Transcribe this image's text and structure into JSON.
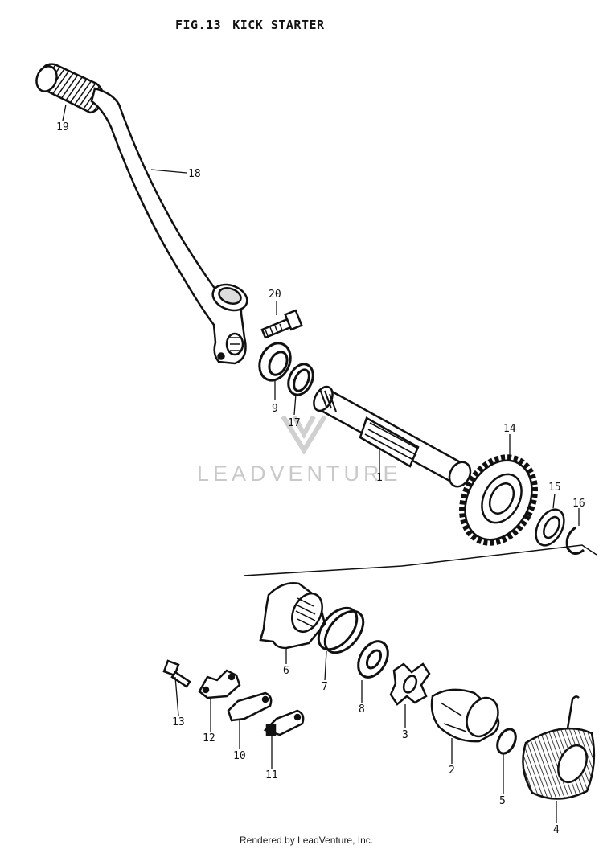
{
  "title": {
    "figure": "FIG.13",
    "name": "KICK STARTER"
  },
  "watermark": "LEADVENTURE",
  "footer": "Rendered by LeadVenture, Inc.",
  "callouts": [
    {
      "id": "c1",
      "label": "1"
    },
    {
      "id": "c2",
      "label": "2"
    },
    {
      "id": "c3",
      "label": "3"
    },
    {
      "id": "c4",
      "label": "4"
    },
    {
      "id": "c5",
      "label": "5"
    },
    {
      "id": "c6",
      "label": "6"
    },
    {
      "id": "c7",
      "label": "7"
    },
    {
      "id": "c8",
      "label": "8"
    },
    {
      "id": "c9",
      "label": "9"
    },
    {
      "id": "c10",
      "label": "10"
    },
    {
      "id": "c11",
      "label": "11"
    },
    {
      "id": "c12",
      "label": "12"
    },
    {
      "id": "c13",
      "label": "13"
    },
    {
      "id": "c14",
      "label": "14"
    },
    {
      "id": "c15",
      "label": "15"
    },
    {
      "id": "c16",
      "label": "16"
    },
    {
      "id": "c17",
      "label": "17"
    },
    {
      "id": "c18",
      "label": "18"
    },
    {
      "id": "c19",
      "label": "19"
    },
    {
      "id": "c20",
      "label": "20"
    }
  ]
}
